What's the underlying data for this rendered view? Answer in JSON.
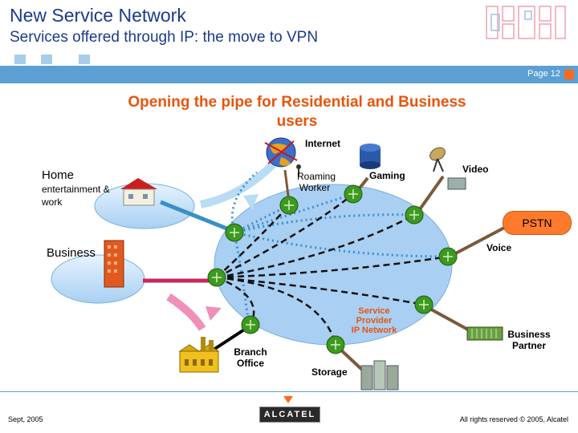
{
  "slide": {
    "title": "New Service Network",
    "subtitle": "Services offered through IP: the move to VPN",
    "page_label": "Page 12",
    "headline": "Opening the pipe for Residential and Business users"
  },
  "diagram": {
    "labels": {
      "internet": "Internet",
      "roaming_line1": "Roaming",
      "roaming_line2": "Worker",
      "gaming": "Gaming",
      "video": "Video",
      "pstn": "PSTN",
      "voice": "Voice",
      "home": "Home",
      "home_sub1": "entertainment &",
      "home_sub2": "work",
      "business": "Business",
      "sp_line1": "Service",
      "sp_line2": "Provider",
      "sp_line3": "IP Network",
      "business_partner_line1": "Business",
      "business_partner_line2": "Partner",
      "branch_line1": "Branch",
      "branch_line2": "Office",
      "storage": "Storage"
    },
    "colors": {
      "ip_network": "#a9cff2",
      "router": "#3c9a1f",
      "dotted_link": "#3a8fd0",
      "dashed_link": "#111111",
      "home_link": "#3a8fc8",
      "business_link": "#c8285a",
      "branch_link": "#000000",
      "service_link": "#7a5a3a",
      "accent": "#e8540c"
    }
  },
  "footer": {
    "date": "Sept, 2005",
    "logo": "ALCATEL",
    "rights": "All rights reserved © 2005, Alcatel"
  }
}
